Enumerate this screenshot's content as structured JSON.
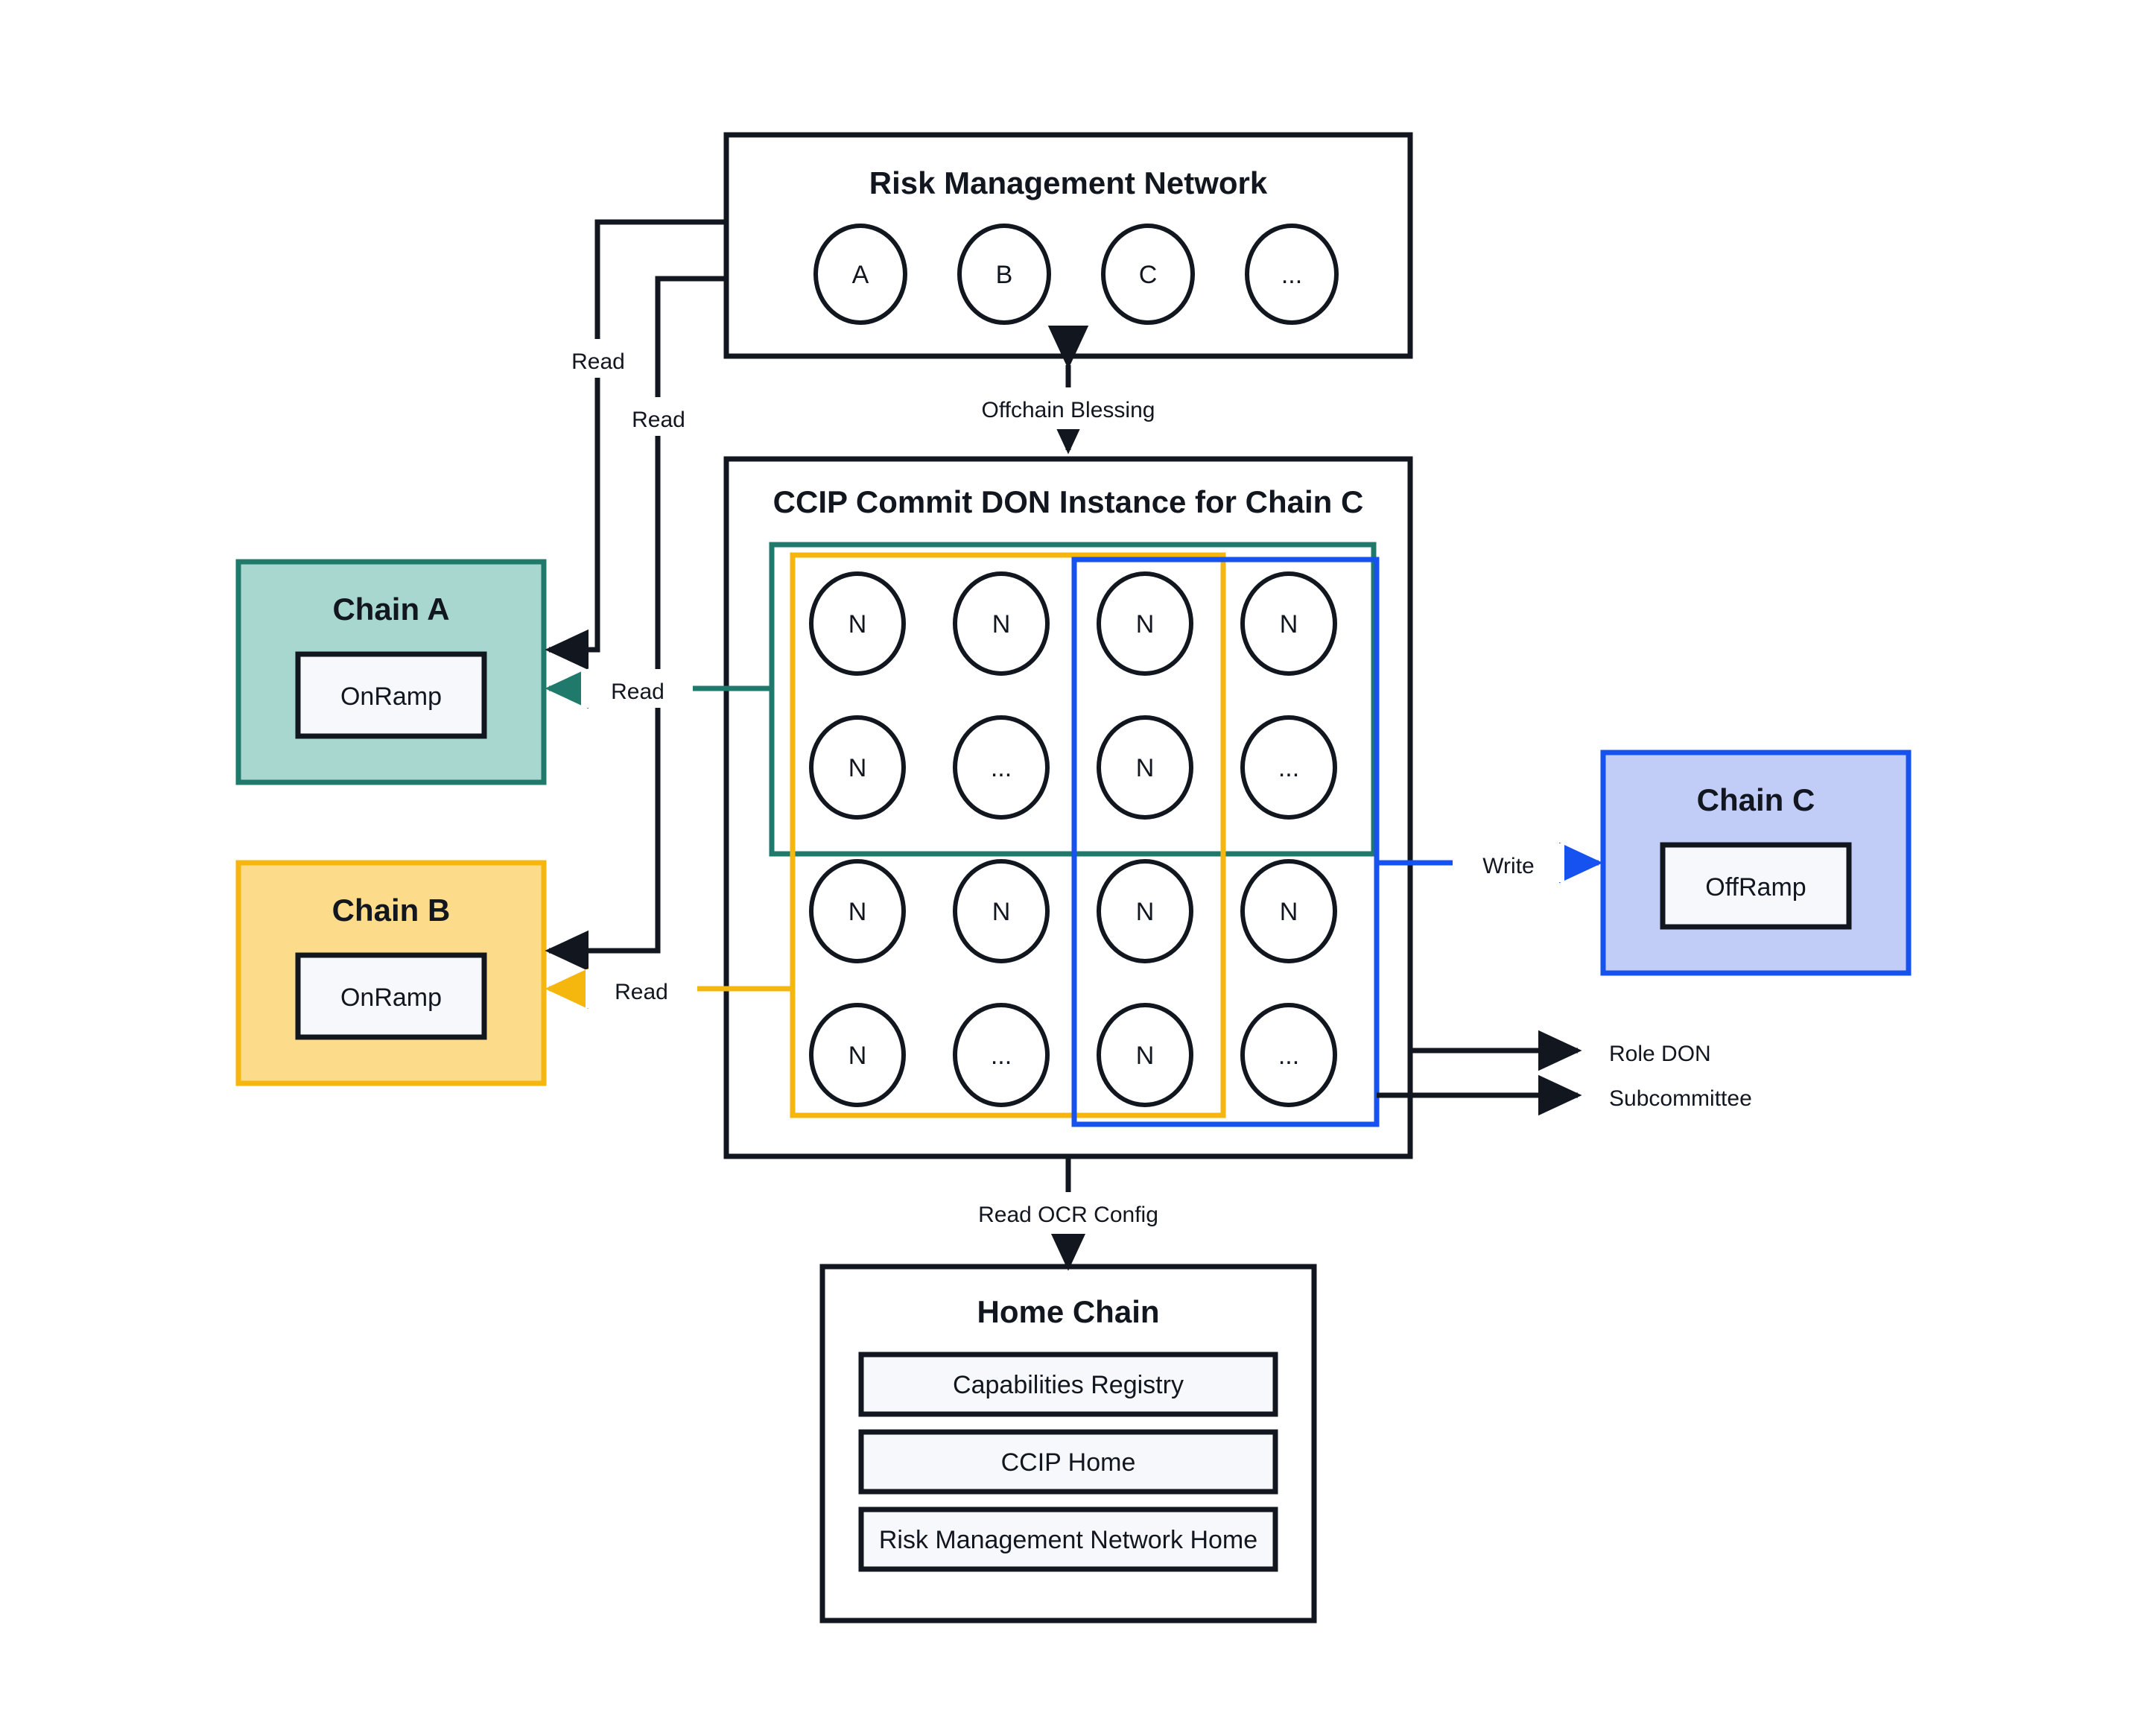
{
  "diagram": {
    "title": "CCIP Commit DON architecture",
    "background": "#ffffff"
  },
  "colors": {
    "ink": "#11161f",
    "teal_stroke": "#1f7a6c",
    "teal_fill": "#a8d7d0",
    "yellow_stroke": "#f5b60d",
    "yellow_fill": "#fcdc8b",
    "blue_stroke": "#1552ef",
    "blue_fill": "#c2cdf7",
    "panel_fill": "#f7f8fc"
  },
  "risk_management_network": {
    "title": "Risk Management Network",
    "nodes": [
      "A",
      "B",
      "C",
      "..."
    ]
  },
  "commit_don": {
    "title": "CCIP Commit DON Instance for Chain C",
    "node_grid": [
      [
        "N",
        "N",
        "N",
        "N"
      ],
      [
        "N",
        "...",
        "N",
        "..."
      ],
      [
        "N",
        "N",
        "N",
        "N"
      ],
      [
        "N",
        "...",
        "N",
        "..."
      ]
    ],
    "groups": [
      {
        "name": "teal-group",
        "color": "#1f7a6c",
        "covers": "rows 1-2, all columns"
      },
      {
        "name": "yellow-group",
        "color": "#f5b60d",
        "covers": "all rows, columns 1-3"
      },
      {
        "name": "blue-group",
        "color": "#1552ef",
        "covers": "all rows, columns 3-4"
      }
    ]
  },
  "chains": [
    {
      "id": "chain-a",
      "title": "Chain A",
      "component": "OnRamp",
      "fill": "#a8d7d0",
      "stroke": "#1f7a6c"
    },
    {
      "id": "chain-b",
      "title": "Chain B",
      "component": "OnRamp",
      "fill": "#fcdc8b",
      "stroke": "#f5b60d"
    },
    {
      "id": "chain-c",
      "title": "Chain C",
      "component": "OffRamp",
      "fill": "#c2cdf7",
      "stroke": "#1552ef"
    }
  ],
  "home_chain": {
    "title": "Home Chain",
    "items": [
      "Capabilities Registry",
      "CCIP Home",
      "Risk Management Network Home"
    ]
  },
  "edges": {
    "rmn_to_chain_a": "Read",
    "rmn_to_chain_b": "Read",
    "don_to_chain_a": "Read",
    "don_to_chain_b": "Read",
    "don_to_chain_c": "Write",
    "rmn_to_don": "Offchain Blessing",
    "don_to_home": "Read OCR Config"
  },
  "legend": {
    "role_don": "Role DON",
    "subcommittee": "Subcommittee"
  }
}
